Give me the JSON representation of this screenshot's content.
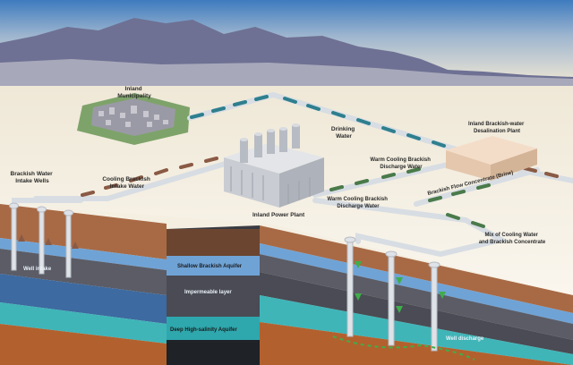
{
  "labels": {
    "inland_municipality": [
      "Inland",
      "Municipality"
    ],
    "drinking_water": [
      "Drinking",
      "Water"
    ],
    "desal_plant": [
      "Inland Brackish-water",
      "Desalination Plant"
    ],
    "brackish_intake_wells": [
      "Brackish Water",
      "Intake Wells"
    ],
    "cooling_intake_water": [
      "Cooling Brackish",
      "Intake Water"
    ],
    "inland_power_plant": "Inland Power Plant",
    "warm_cooling_discharge_1": [
      "Warm Cooling Brackish",
      "Discharge Water"
    ],
    "warm_cooling_discharge_2": [
      "Warm Cooling Brackish",
      "Discharge Water"
    ],
    "concentrate": "Brackish Flow Concentrate (Brine)",
    "mix": [
      "Mix of Cooling Water",
      "and Brackish Concentrate"
    ],
    "well_intake": "Well intake",
    "shallow_aquifer": "Shallow Brackish Aquifer",
    "impermeable_layer": "Impermeable layer",
    "deep_aquifer": "Deep High-salinity Aquifer",
    "well_discharge": "Well discharge"
  },
  "colors": {
    "sky_top": "#3e7bbf",
    "mountains": "#6e7193",
    "ground": "#f4eee0",
    "pipe": "#d7dde3",
    "drinking_flow": "#2f7f8e",
    "brackish_flow": "#8a5a44",
    "brine_flow": "#4a7a4a",
    "aquifer_blue": "#6fa3d6",
    "impermeable": "#5b5c66",
    "deep_aquifer": "#3fb5b8",
    "soil": "#a86a45"
  }
}
